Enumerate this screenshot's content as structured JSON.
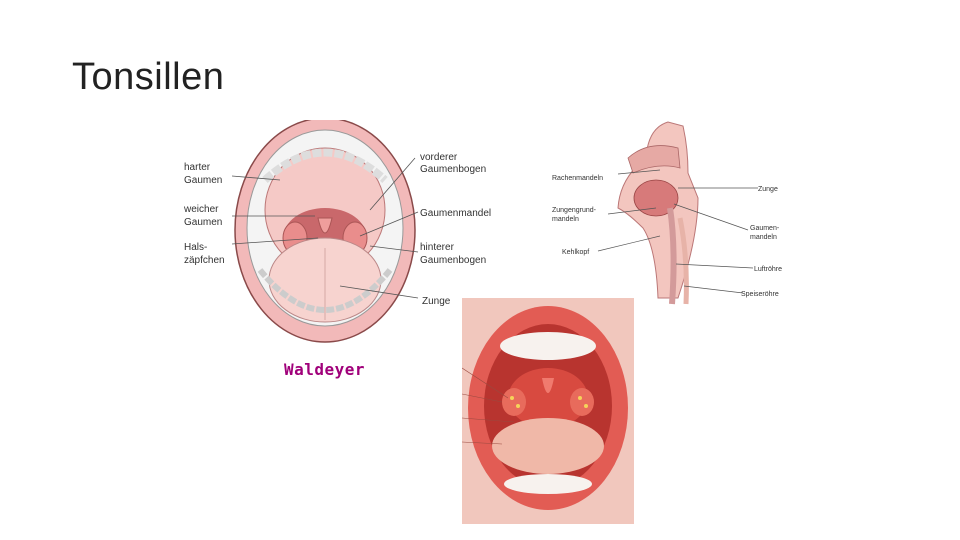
{
  "slide": {
    "title": "Tonsillen"
  },
  "mouth_diagram": {
    "labels": {
      "harter_gaumen_1": "harter",
      "harter_gaumen_2": "Gaumen",
      "weicher_gaumen_1": "weicher",
      "weicher_gaumen_2": "Gaumen",
      "hals_1": "Hals-",
      "hals_2": "zäpfchen",
      "vorderer_1": "vorderer",
      "vorderer_2": "Gaumenbogen",
      "gaumenmandel": "Gaumenmandel",
      "hinterer_1": "hinterer",
      "hinterer_2": "Gaumenbogen",
      "zunge": "Zunge"
    },
    "caption": "Waldeyer"
  },
  "sagittal_diagram": {
    "labels": {
      "rachenmandeln": "Rachenmandeln",
      "zungengrund_1": "Zungengrund-",
      "zungengrund_2": "mandeln",
      "kehlkopf": "Kehlkopf",
      "zunge": "Zunge",
      "gaumen_1": "Gaumen-",
      "gaumen_2": "mandeln",
      "luftroehre": "Luftröhre",
      "speiseroehre": "Speiseröhre"
    }
  },
  "colors": {
    "gum": "#f2b9b9",
    "mouth_inner": "#c9686b",
    "tongue": "#f7d3cf",
    "teeth": "#f4f4f4",
    "photo_lips": "#e25c54",
    "caption": "#a0007a"
  }
}
